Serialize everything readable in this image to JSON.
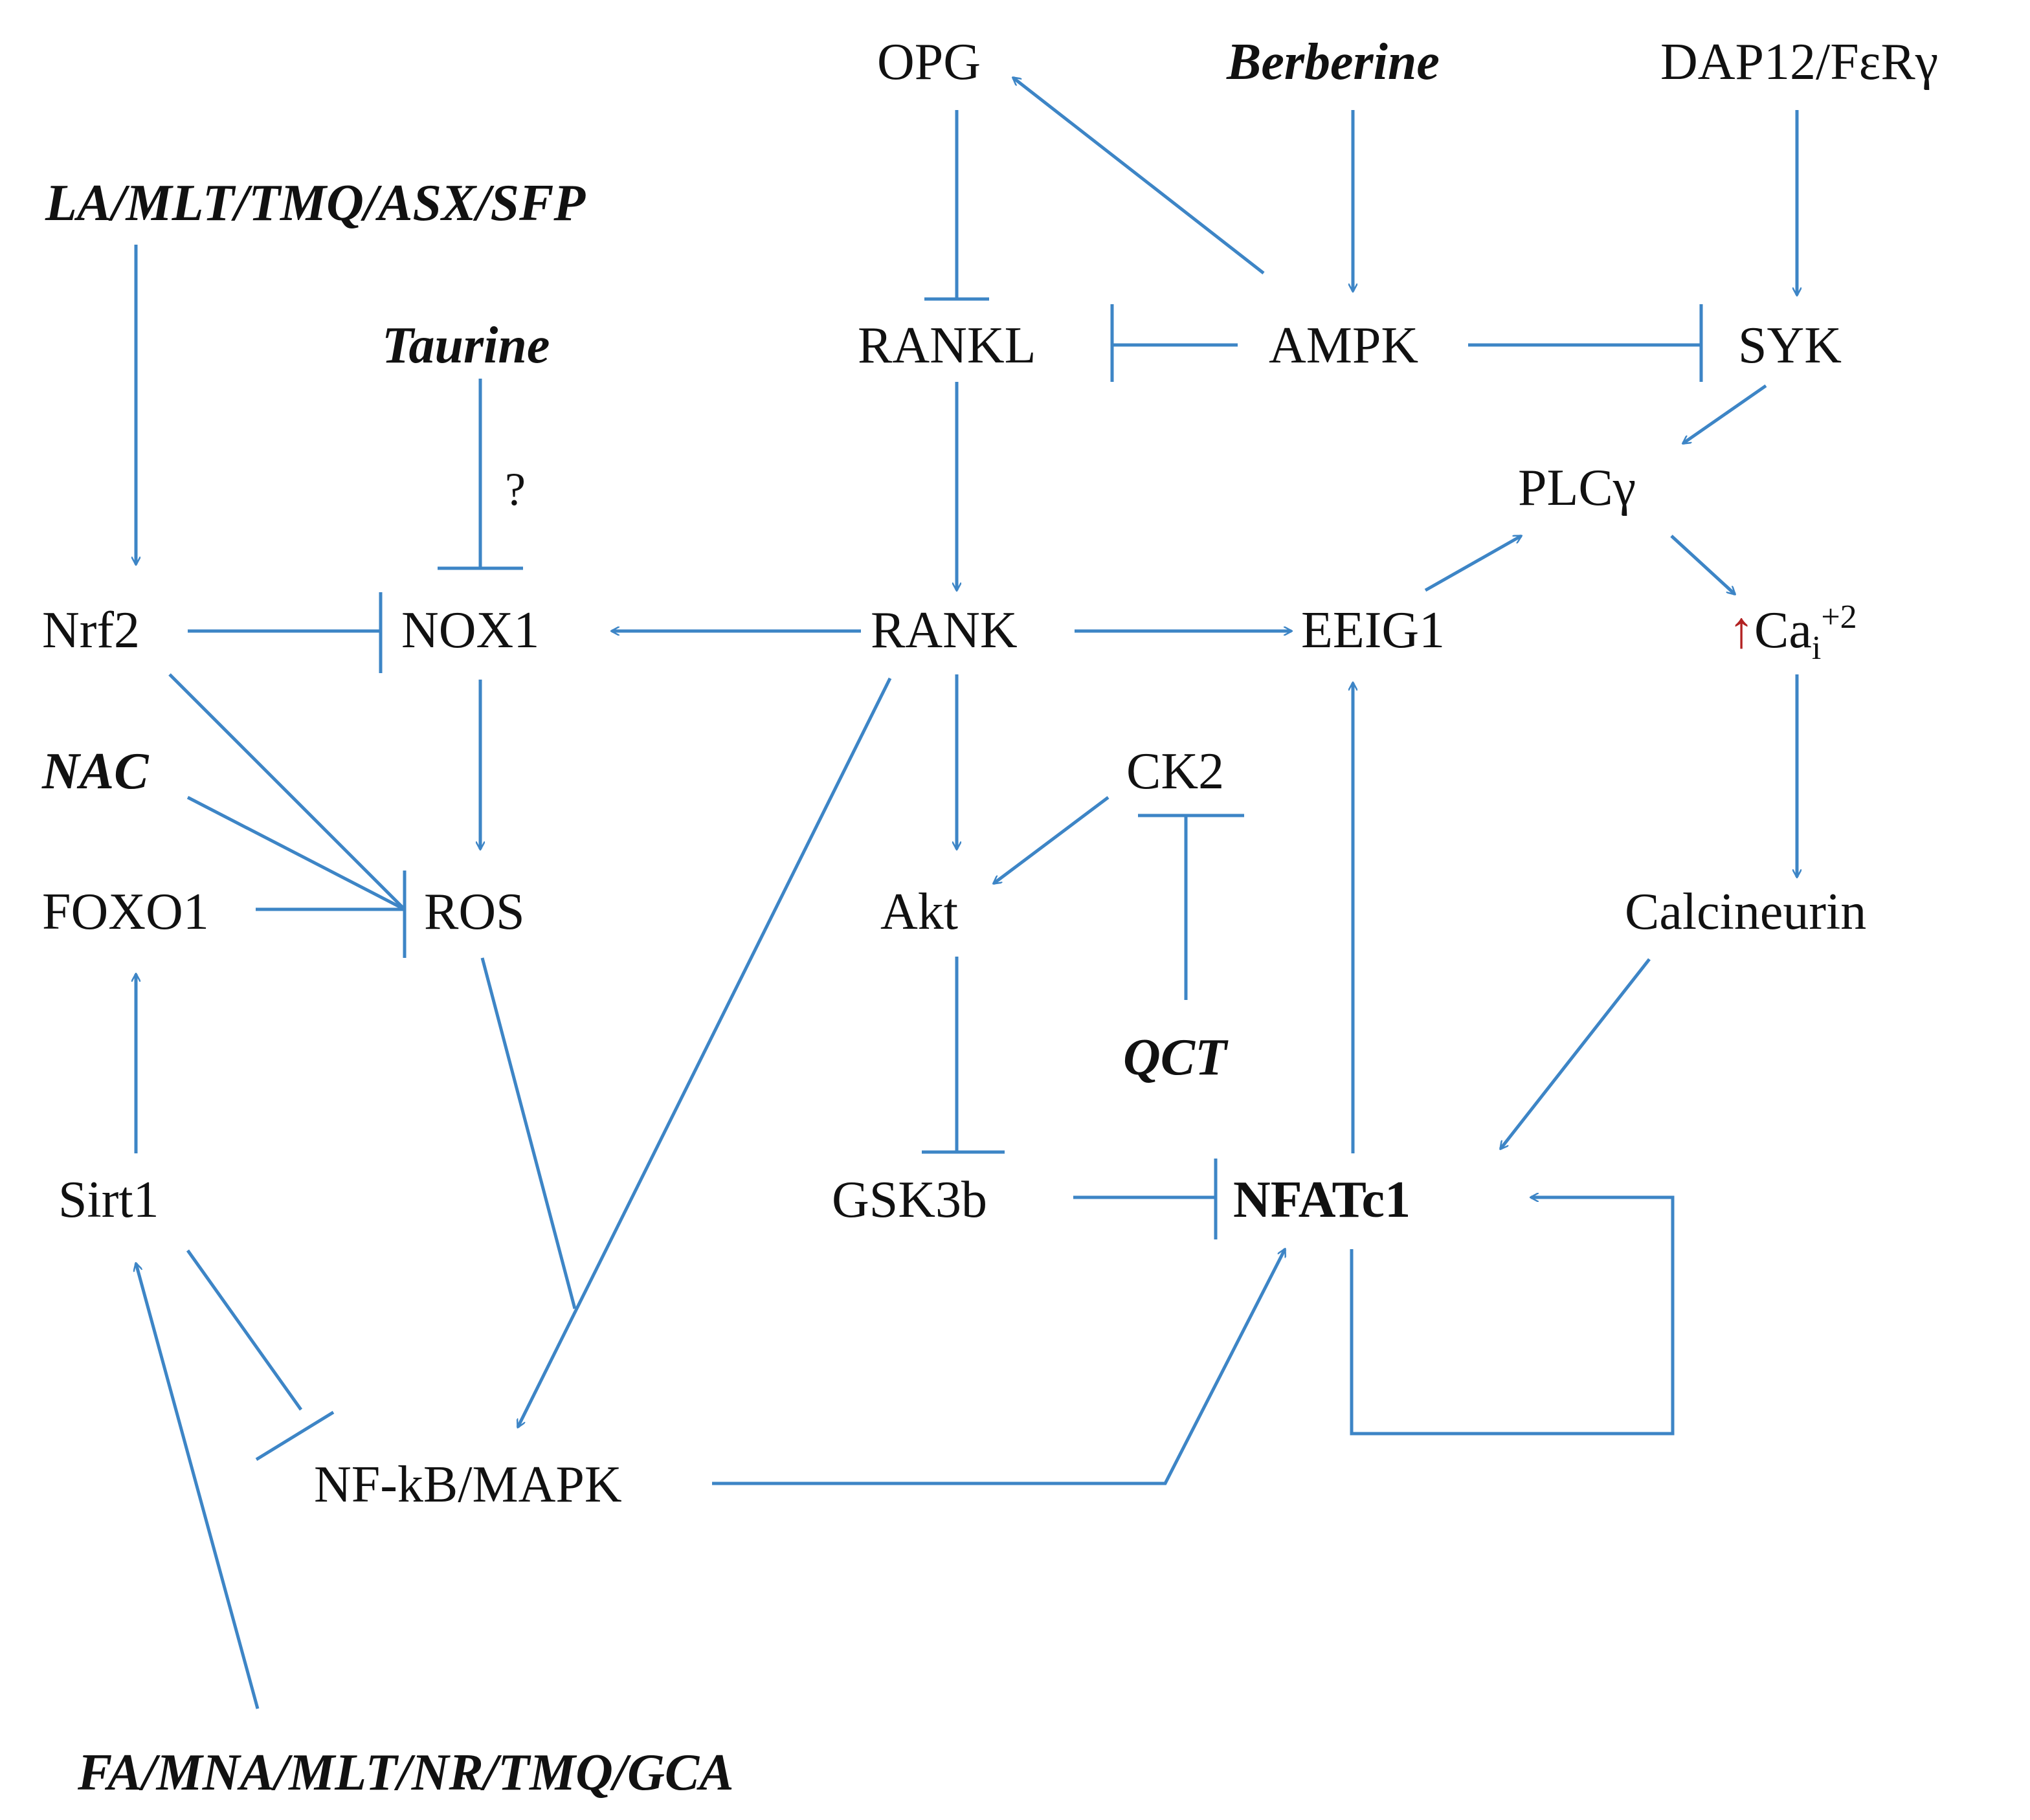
{
  "nodes": {
    "opg": "OPG",
    "berberine": "Berberine",
    "dap12": "DAP12/FεRγ",
    "la_group": "LA/MLT/TMQ/ASX/SFP",
    "taurine": "Taurine",
    "rankl": "RANKL",
    "ampk": "AMPK",
    "syk": "SYK",
    "plcg": "PLCγ",
    "question": "?",
    "nrf2": "Nrf2",
    "nox1": "NOX1",
    "rank": "RANK",
    "eeig1": "EEIG1",
    "ca_arrow": "↑",
    "ca_main": "Ca",
    "ca_sub": "i",
    "ca_sup": "+2",
    "nac": "NAC",
    "ck2": "CK2",
    "foxo1": "FOXO1",
    "ros": "ROS",
    "akt": "Akt",
    "calcineurin": "Calcineurin",
    "qct": "QCT",
    "sirt1": "Sirt1",
    "gsk3b": "GSK3b",
    "nfatc1": "NFATc1",
    "nfkb": "NF-kB/MAPK",
    "fa_group": "FA/MNA/MLT/NR/TMQ/GCA"
  },
  "colors": {
    "edge": "#3d85c6",
    "text": "#111111",
    "ca_arrow": "#b22222"
  }
}
